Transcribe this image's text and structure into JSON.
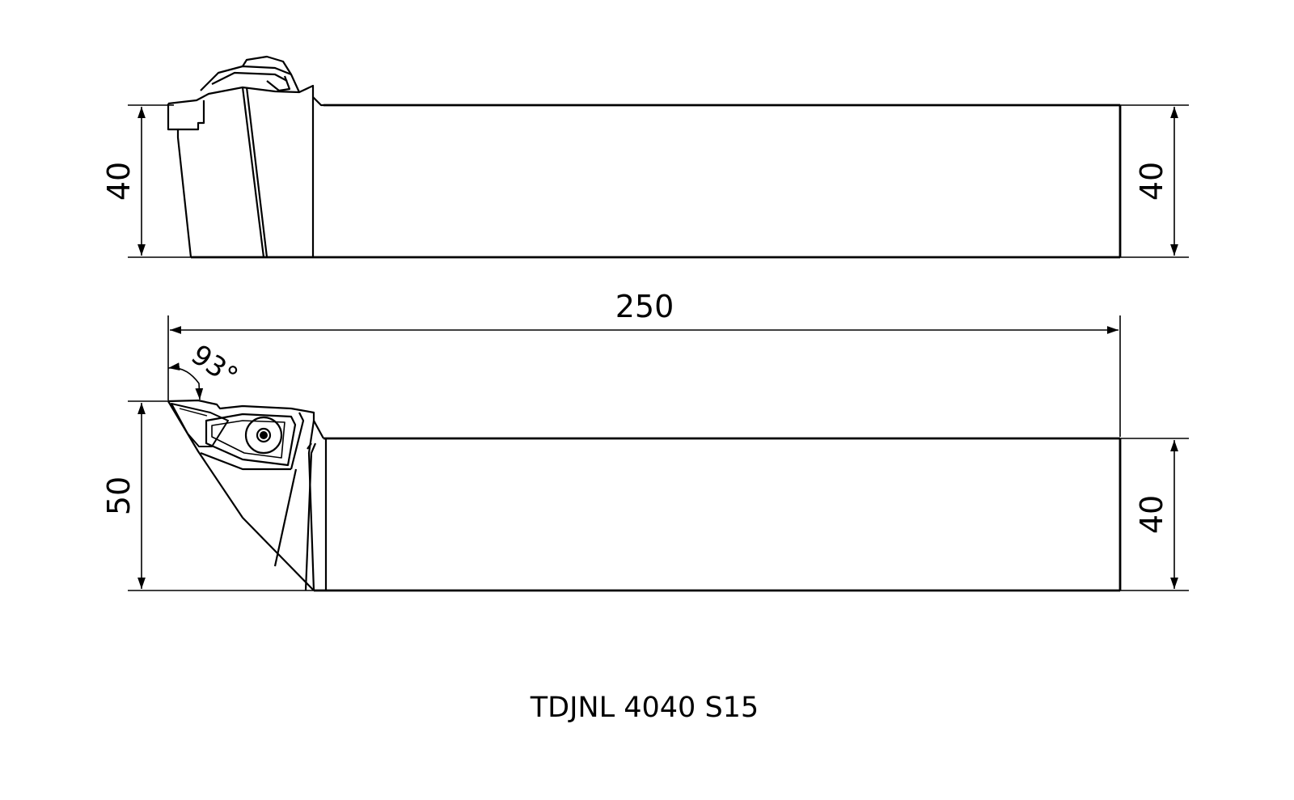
{
  "drawing": {
    "caption": "TDJNL 4040 S15",
    "dimensions": {
      "top_view_left_height": "40",
      "top_view_right_height": "40",
      "overall_length": "250",
      "side_view_left_height": "50",
      "side_view_right_height": "40",
      "approach_angle": "93°"
    }
  }
}
